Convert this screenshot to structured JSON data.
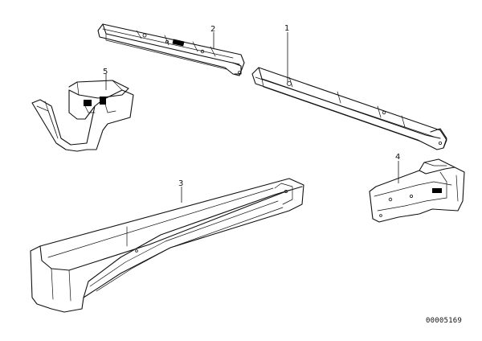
{
  "callouts": {
    "part_1": "1",
    "part_2": "2",
    "part_3": "3",
    "part_4": "4",
    "part_5": "5"
  },
  "diagram_id": "00005169"
}
